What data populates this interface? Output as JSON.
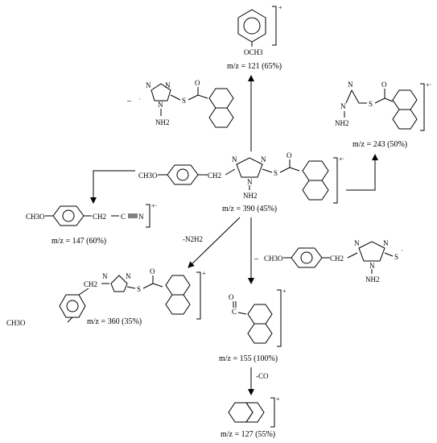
{
  "fragments": {
    "m121": "m/z = 121 (65%)",
    "m243": "m/z = 243 (50%)",
    "m390": "m/z = 390 (45%)",
    "m147": "m/z = 147 (60%)",
    "m360": "m/z = 360 (35%)",
    "m155": "m/z = 155 (100%)",
    "m127": "m/z = 127 (55%)"
  },
  "groups": {
    "ch3o": "CH3O",
    "och3": "OCH3",
    "ch2": "CH2",
    "n": "N",
    "s": "S",
    "o": "O",
    "c": "C",
    "nh2": "NH2",
    "ch2c": "CH2",
    "c_nitrile": "C",
    "radical_cation": "+·",
    "cation": "+",
    "radical_dot": "·",
    "minus": "–"
  },
  "losses": {
    "co": "-CO",
    "n2h2": "-N2H2"
  }
}
